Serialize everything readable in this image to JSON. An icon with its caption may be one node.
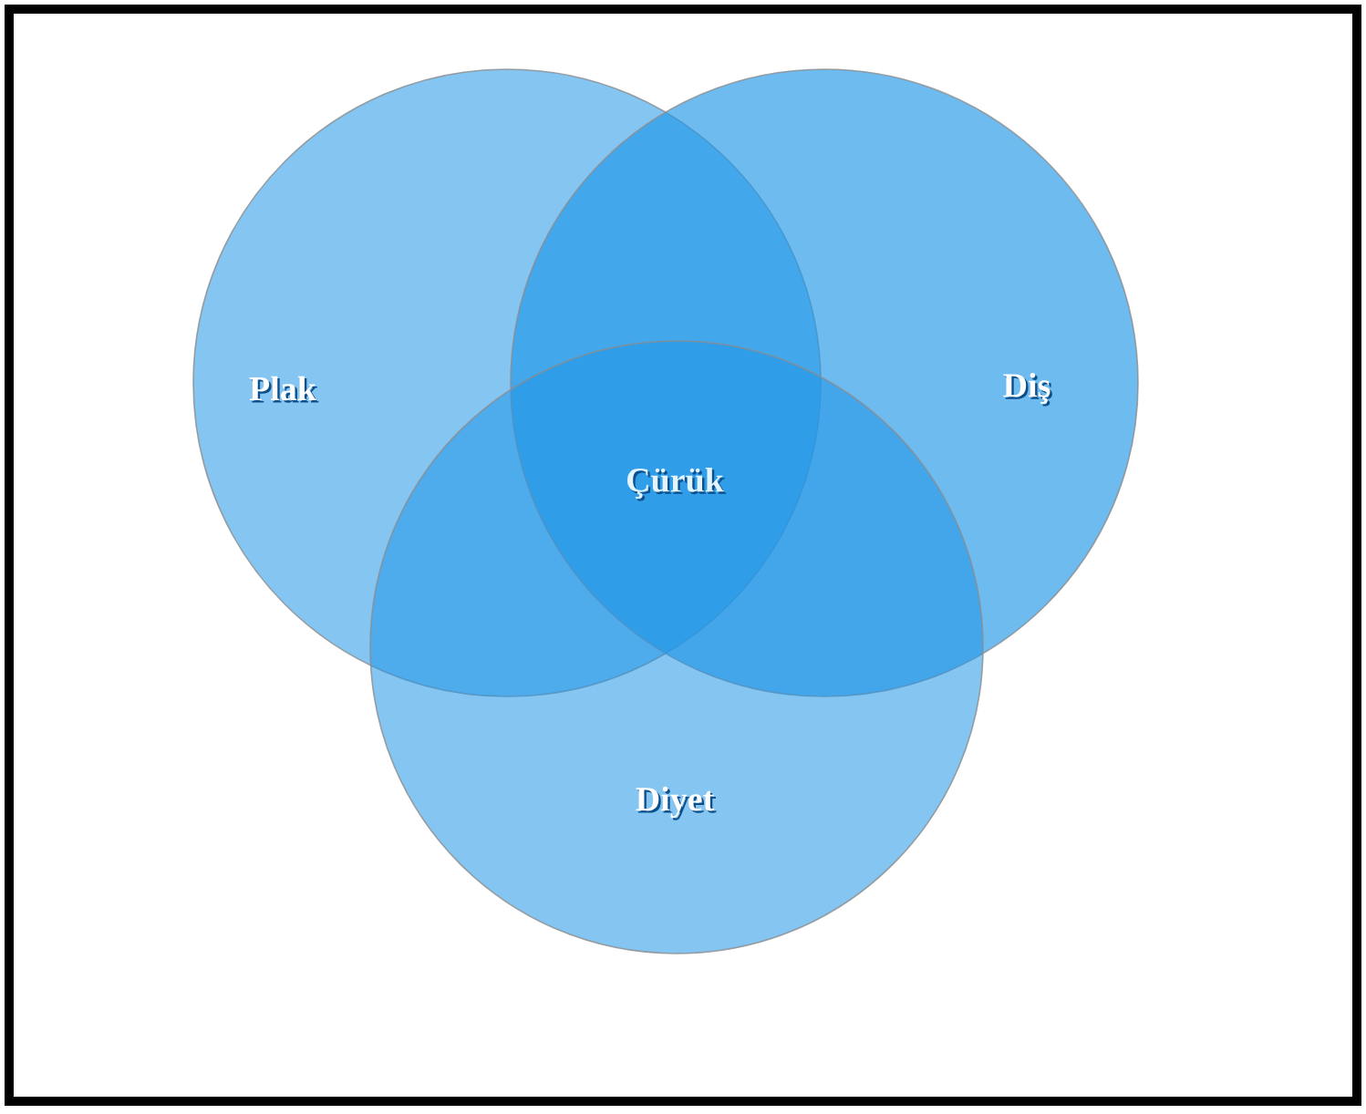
{
  "diagram": {
    "nodes": [
      {
        "text": [
          "Plak"
        ]
      },
      {
        "text": [
          "Diş"
        ]
      },
      {
        "text": [
          "Diyet"
        ]
      }
    ],
    "labels": [
      "Çürük"
    ]
  }
}
